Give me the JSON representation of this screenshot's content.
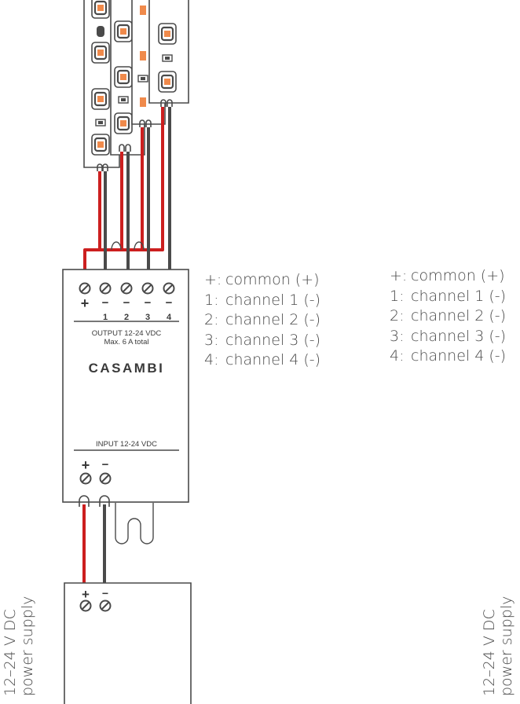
{
  "colors": {
    "wire_red": "#cc1f1f",
    "wire_black": "#4a4a4a",
    "outline": "#4a4a4a",
    "led_orange": "#f08a4b"
  },
  "controller": {
    "brand": "CASAMBI",
    "output_polarity": [
      "+",
      "−",
      "−",
      "−",
      "−"
    ],
    "output_numbers": [
      "1",
      "2",
      "3",
      "4"
    ],
    "output_label": "OUTPUT 12-24 VDC",
    "output_max": "Max. 6 A total",
    "input_label": "INPUT 12-24 VDC",
    "input_polarity": [
      "+",
      "−"
    ]
  },
  "power_supply": {
    "polarity": [
      "+",
      "−"
    ],
    "label_line1": "12–24 V DC",
    "label_line2": "power supply"
  },
  "legend": [
    {
      "key": "+:",
      "text": "common (+)"
    },
    {
      "key": "1:",
      "text": "channel 1 (-)"
    },
    {
      "key": "2:",
      "text": "channel 2 (-)"
    },
    {
      "key": "3:",
      "text": "channel 3 (-)"
    },
    {
      "key": "4:",
      "text": "channel 4 (-)"
    }
  ],
  "legend_right": [
    {
      "key": "+:",
      "text": "common (+)"
    },
    {
      "key": "1:",
      "text": "channel 1 (-)"
    },
    {
      "key": "2:",
      "text": "channel 2 (-)"
    },
    {
      "key": "3:",
      "text": "channel 3 (-)"
    },
    {
      "key": "4:",
      "text": "channel 4 (-)"
    }
  ],
  "label_right": {
    "line1": "12–24 V DC",
    "line2": "power supply"
  }
}
